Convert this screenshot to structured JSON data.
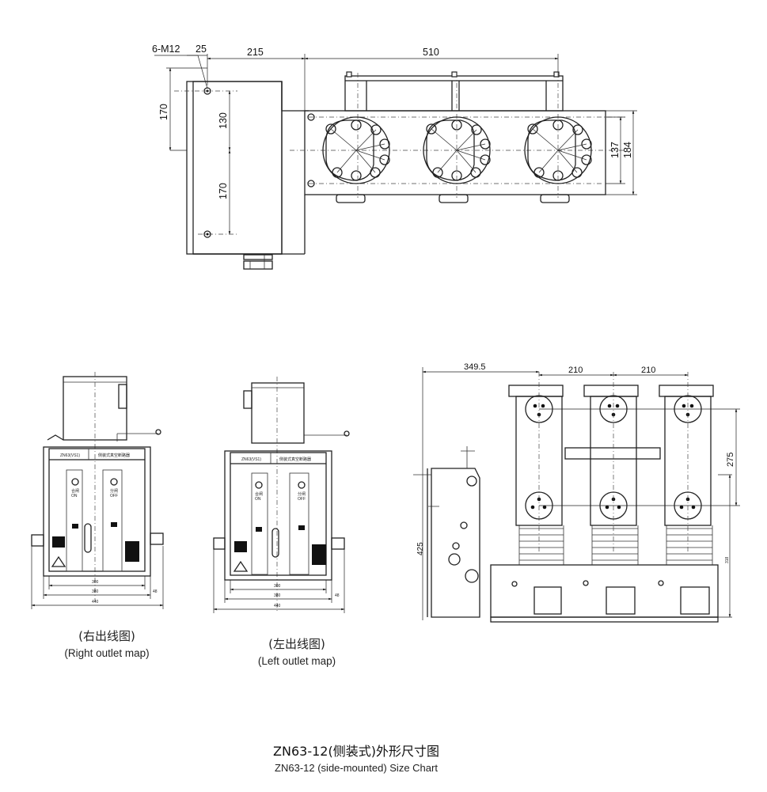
{
  "top_view": {
    "dims": {
      "bolt": "6-M12",
      "d25": "25",
      "d215": "215",
      "d510": "510",
      "d170a": "170",
      "d130": "130",
      "d170b": "170",
      "d137": "137",
      "d184": "184"
    }
  },
  "right_outlet": {
    "nameplate_left": "ZN63(VS1)",
    "nameplate_right": "侧装式真空断路器",
    "btn_on_cn": "合闸",
    "btn_on_en": "ON",
    "btn_off_cn": "分闸",
    "btn_off_en": "OFF",
    "d300": "300",
    "d380": "380",
    "d48": "48",
    "d440": "440",
    "caption_cn": "(右出线图)",
    "caption_en": "(Right outlet map)"
  },
  "left_outlet": {
    "nameplate_left": "ZN63(VS1)",
    "nameplate_right": "侧装式真空断路器",
    "btn_on_cn": "合闸",
    "btn_on_en": "ON",
    "btn_off_cn": "分闸",
    "btn_off_en": "OFF",
    "d300": "300",
    "d380": "380",
    "d48": "48",
    "d440": "440",
    "caption_cn": "(左出线图)",
    "caption_en": "(Left outlet map)"
  },
  "side_view": {
    "dims": {
      "d349": "349.5",
      "d210a": "210",
      "d210b": "210",
      "d275": "275",
      "d425": "425",
      "d318": "318"
    }
  },
  "footer": {
    "title_cn": "ZN63-12(侧装式)外形尺寸图",
    "title_en": "ZN63-12 (side-mounted) Size Chart"
  }
}
